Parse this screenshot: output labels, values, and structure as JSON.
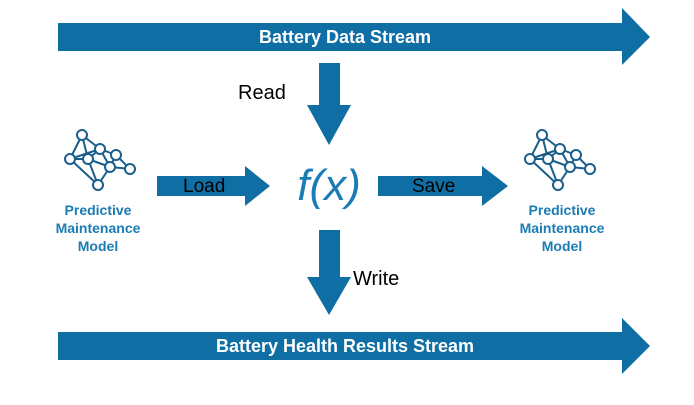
{
  "colors": {
    "arrow": "#0f6ea3",
    "accent": "#1a7cb4",
    "icon": "#1a5f8c"
  },
  "streams": {
    "input": {
      "label": "Battery Data Stream"
    },
    "output": {
      "label": "Battery Health Results Stream"
    }
  },
  "operations": {
    "read": "Read",
    "write": "Write",
    "load": "Load",
    "save": "Save"
  },
  "function": {
    "label": "f(x)"
  },
  "models": {
    "left": {
      "icon": "neural-network-icon",
      "caption": [
        "Predictive",
        "Maintenance",
        "Model"
      ]
    },
    "right": {
      "icon": "neural-network-icon",
      "caption": [
        "Predictive",
        "Maintenance",
        "Model"
      ]
    }
  }
}
